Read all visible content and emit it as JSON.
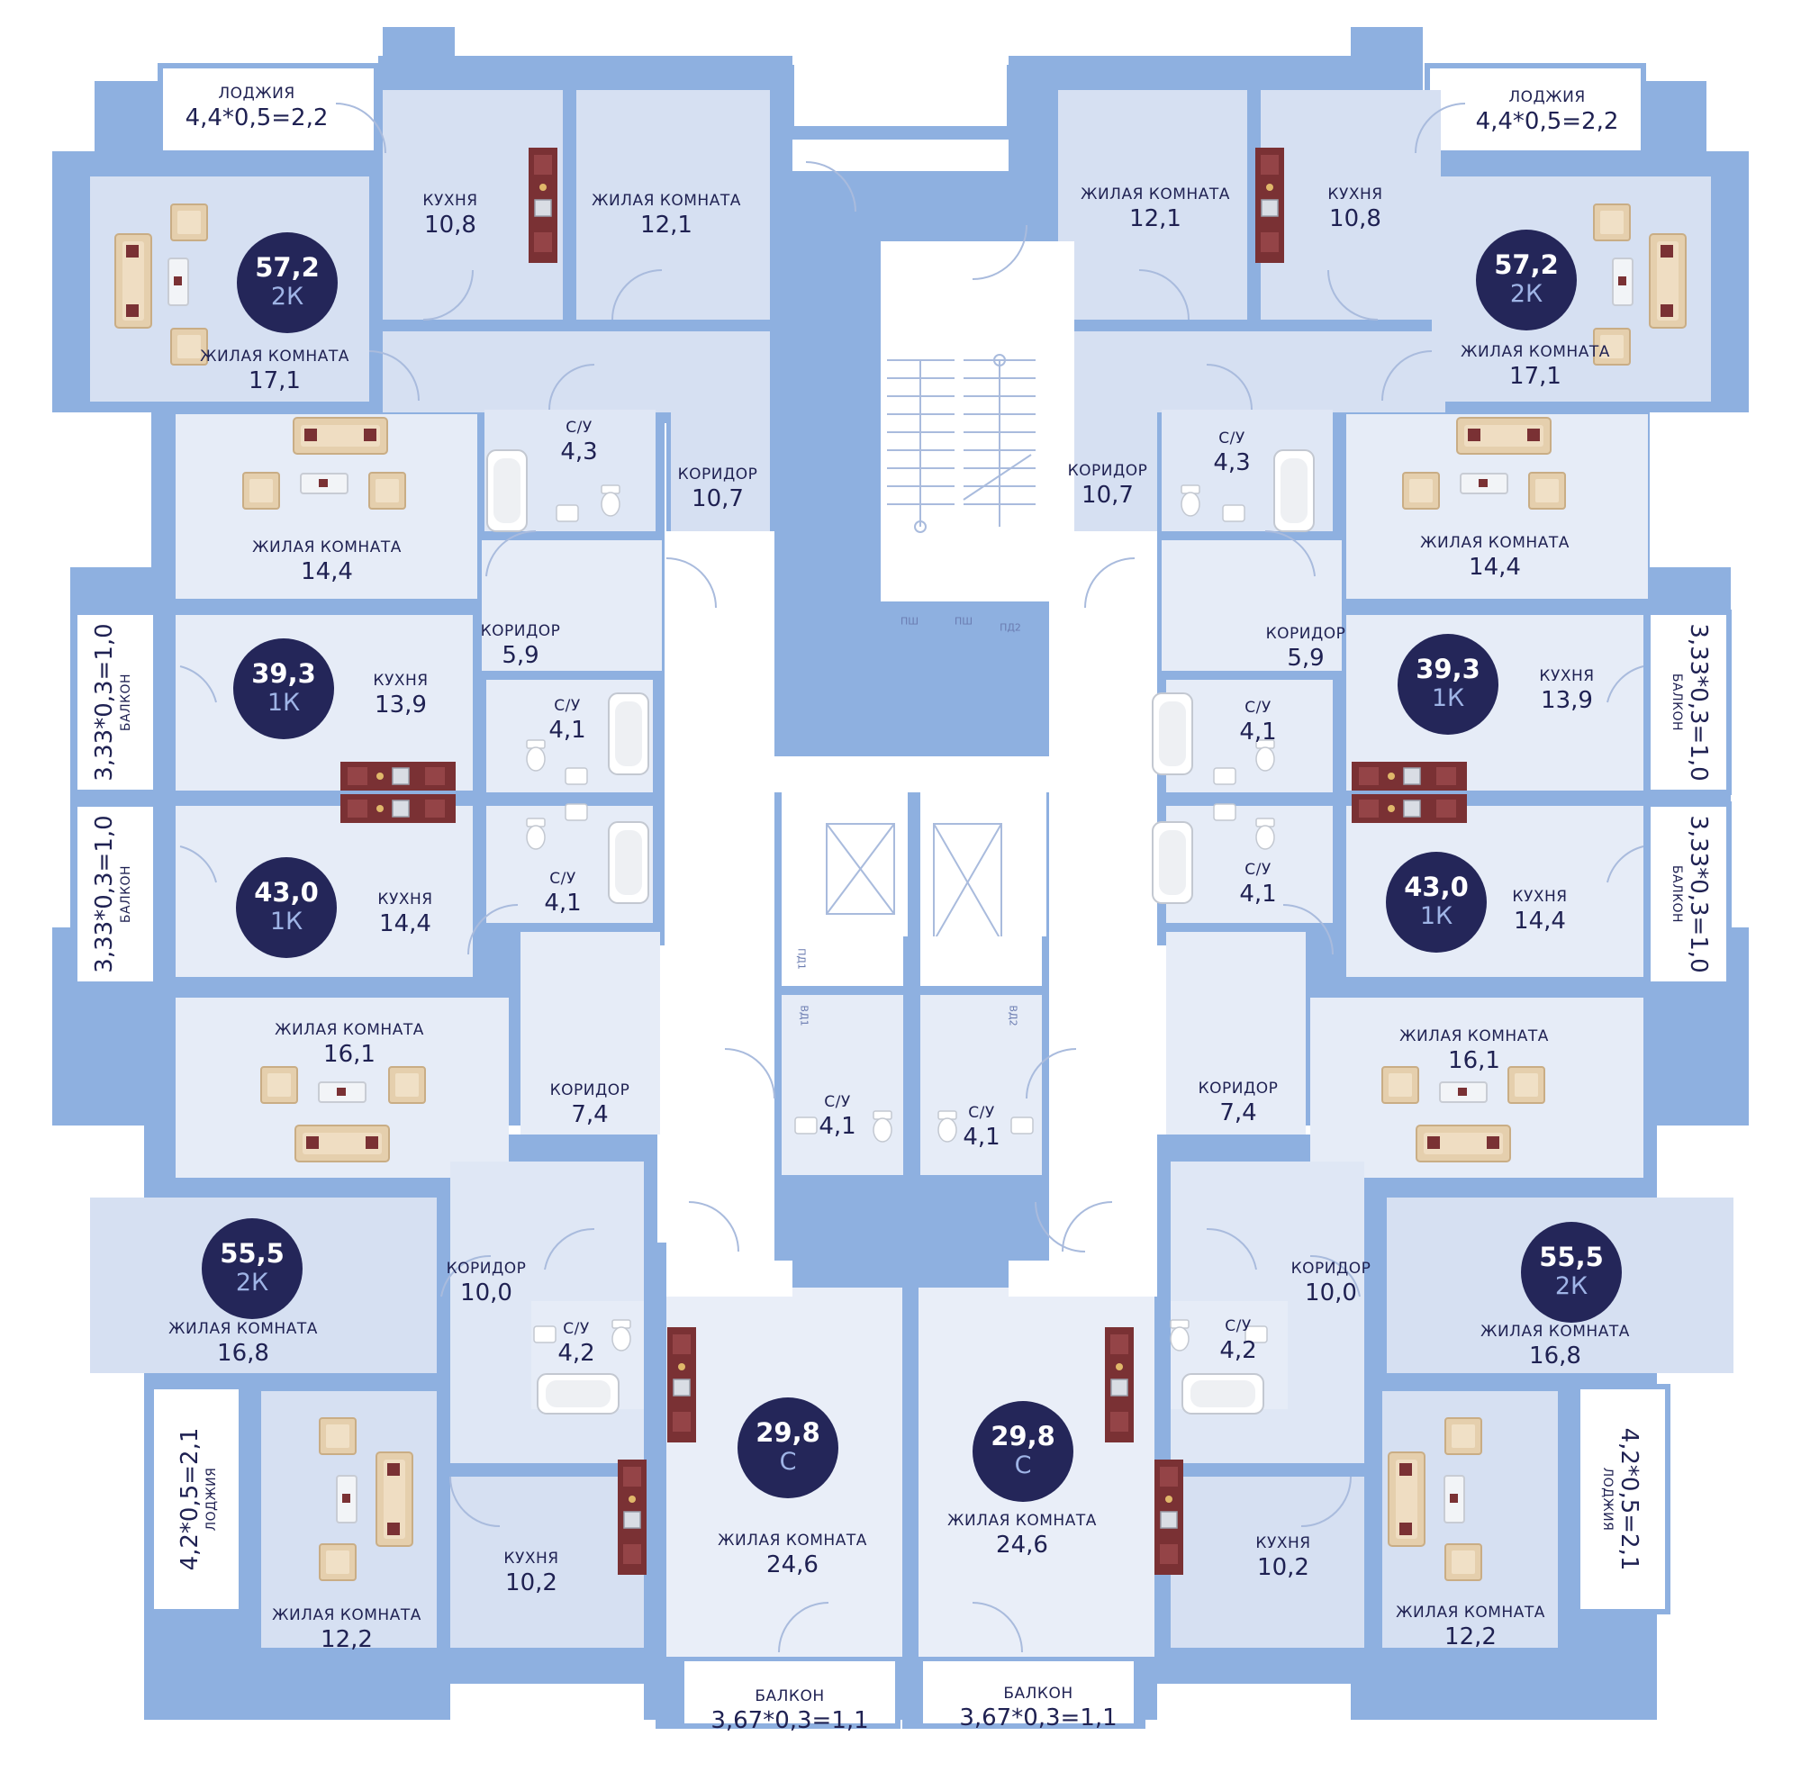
{
  "colors": {
    "wall": "#8eb0e0",
    "room_fill": "#d6e0f2",
    "room_light": "#e6ecf7",
    "corridor": "#ffffff",
    "text": "#1f2152",
    "badge_bg": "#242659",
    "badge_text": "#ffffff",
    "badge_type": "#9fb4e6",
    "furniture_wood": "#7a3134",
    "furniture_beige": "#e5cfad"
  },
  "apartments": [
    {
      "id": "nw",
      "area": "57,2",
      "type": "2К"
    },
    {
      "id": "ne",
      "area": "57,2",
      "type": "2К"
    },
    {
      "id": "w1",
      "area": "39,3",
      "type": "1К"
    },
    {
      "id": "e1",
      "area": "39,3",
      "type": "1К"
    },
    {
      "id": "w2",
      "area": "43,0",
      "type": "1К"
    },
    {
      "id": "e2",
      "area": "43,0",
      "type": "1К"
    },
    {
      "id": "sw",
      "area": "55,5",
      "type": "2К"
    },
    {
      "id": "se",
      "area": "55,5",
      "type": "2К"
    },
    {
      "id": "s1",
      "area": "29,8",
      "type": "С"
    },
    {
      "id": "s2",
      "area": "29,8",
      "type": "С"
    }
  ],
  "rooms": [
    {
      "name": "ЛОДЖИЯ",
      "area": "4,4*0,5=2,2"
    },
    {
      "name": "КУХНЯ",
      "area": "10,8"
    },
    {
      "name": "ЖИЛАЯ КОМНАТА",
      "area": "12,1"
    },
    {
      "name": "ЖИЛАЯ КОМНАТА",
      "area": "17,1"
    },
    {
      "name": "С/У",
      "area": "4,3"
    },
    {
      "name": "КОРИДОР",
      "area": "10,7"
    },
    {
      "name": "ЖИЛАЯ КОМНАТА",
      "area": "14,4"
    },
    {
      "name": "КОРИДОР",
      "area": "5,9"
    },
    {
      "name": "КУХНЯ",
      "area": "13,9"
    },
    {
      "name": "С/У",
      "area": "4,1"
    },
    {
      "name": "С/У",
      "area": "4,1"
    },
    {
      "name": "КУХНЯ",
      "area": "14,4"
    },
    {
      "name": "ЖИЛАЯ КОМНАТА",
      "area": "16,1"
    },
    {
      "name": "КОРИДОР",
      "area": "7,4"
    },
    {
      "name": "КОРИДОР",
      "area": "10,0"
    },
    {
      "name": "ЖИЛАЯ КОМНАТА",
      "area": "16,8"
    },
    {
      "name": "С/У",
      "area": "4,2"
    },
    {
      "name": "КУХНЯ",
      "area": "10,2"
    },
    {
      "name": "ЖИЛАЯ КОМНАТА",
      "area": "12,2"
    },
    {
      "name": "ЖИЛАЯ КОМНАТА",
      "area": "24,6"
    },
    {
      "name": "БАЛКОН",
      "area": "3,67*0,3=1,1"
    },
    {
      "name": "С/У",
      "area": "4,1"
    },
    {
      "name": "ЛОДЖИЯ",
      "area": "4,4*0,5=2,2"
    },
    {
      "name": "ЖИЛАЯ КОМНАТА",
      "area": "12,1"
    },
    {
      "name": "КУХНЯ",
      "area": "10,8"
    },
    {
      "name": "ЖИЛАЯ КОМНАТА",
      "area": "17,1"
    },
    {
      "name": "КОРИДОР",
      "area": "10,7"
    },
    {
      "name": "С/У",
      "area": "4,3"
    },
    {
      "name": "ЖИЛАЯ КОМНАТА",
      "area": "14,4"
    },
    {
      "name": "КОРИДОР",
      "area": "5,9"
    },
    {
      "name": "КУХНЯ",
      "area": "13,9"
    },
    {
      "name": "С/У",
      "area": "4,1"
    },
    {
      "name": "С/У",
      "area": "4,1"
    },
    {
      "name": "КУХНЯ",
      "area": "14,4"
    },
    {
      "name": "ЖИЛАЯ КОМНАТА",
      "area": "16,1"
    },
    {
      "name": "КОРИДОР",
      "area": "7,4"
    },
    {
      "name": "КОРИДОР",
      "area": "10,0"
    },
    {
      "name": "ЖИЛАЯ КОМНАТА",
      "area": "16,8"
    },
    {
      "name": "С/У",
      "area": "4,2"
    },
    {
      "name": "КУХНЯ",
      "area": "10,2"
    },
    {
      "name": "ЖИЛАЯ КОМНАТА",
      "area": "12,2"
    },
    {
      "name": "ЖИЛАЯ КОМНАТА",
      "area": "24,6"
    },
    {
      "name": "БАЛКОН",
      "area": "3,67*0,3=1,1"
    },
    {
      "name": "С/У",
      "area": "4,1"
    }
  ],
  "balconies": [
    {
      "name": "БАЛКОН",
      "area": "3,33*0,3=1,0"
    },
    {
      "name": "БАЛКОН",
      "area": "3,33*0,3=1,0"
    },
    {
      "name": "ЛОДЖИЯ",
      "area": "4,2*0,5=2,1"
    },
    {
      "name": "БАЛКОН",
      "area": "3,33*0,3=1,0"
    },
    {
      "name": "БАЛКОН",
      "area": "3,33*0,3=1,0"
    },
    {
      "name": "ЛОДЖИЯ",
      "area": "4,2*0,5=2,1"
    }
  ],
  "tags": [
    "ПШ",
    "ПШ",
    "ПД2",
    "ПД1",
    "ВД1",
    "ВД2"
  ]
}
